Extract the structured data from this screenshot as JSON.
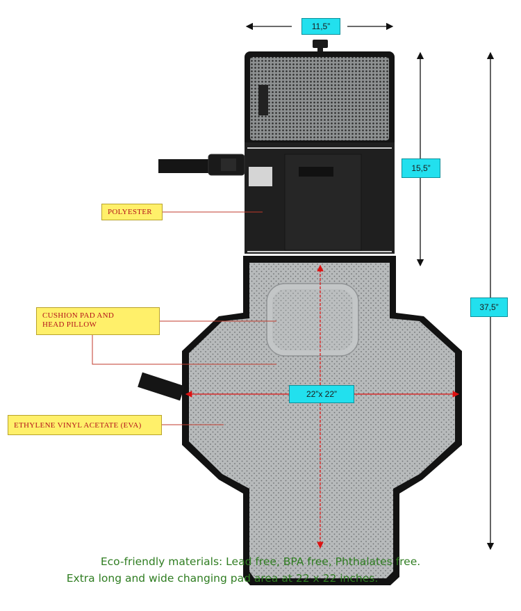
{
  "dimensions": {
    "top_width": "11,5”",
    "flap_height": "15,5”",
    "total_length": "37,5”",
    "pad_area": "22”x 22”"
  },
  "labels": {
    "polyester": "POLYESTER",
    "cushion_line1": "CUSHION PAD AND",
    "cushion_line2": "HEAD PILLOW",
    "eva": "ETHYLENE VINYL ACETATE (EVA)"
  },
  "caption": {
    "line1": "Eco-friendly materials: Lead free,  BPA free, Phthalates free.",
    "line2": "Extra long and wide changing pad area at 22 x 22 inches."
  },
  "colors": {
    "dimension_box": "#22e0ee",
    "label_box": "#fff06a",
    "label_text": "#b3131b",
    "caption_text": "#2f7d21",
    "leader_line": "#c0392b",
    "fabric": "#1e1e1e",
    "mat": "#b9bcbd"
  }
}
